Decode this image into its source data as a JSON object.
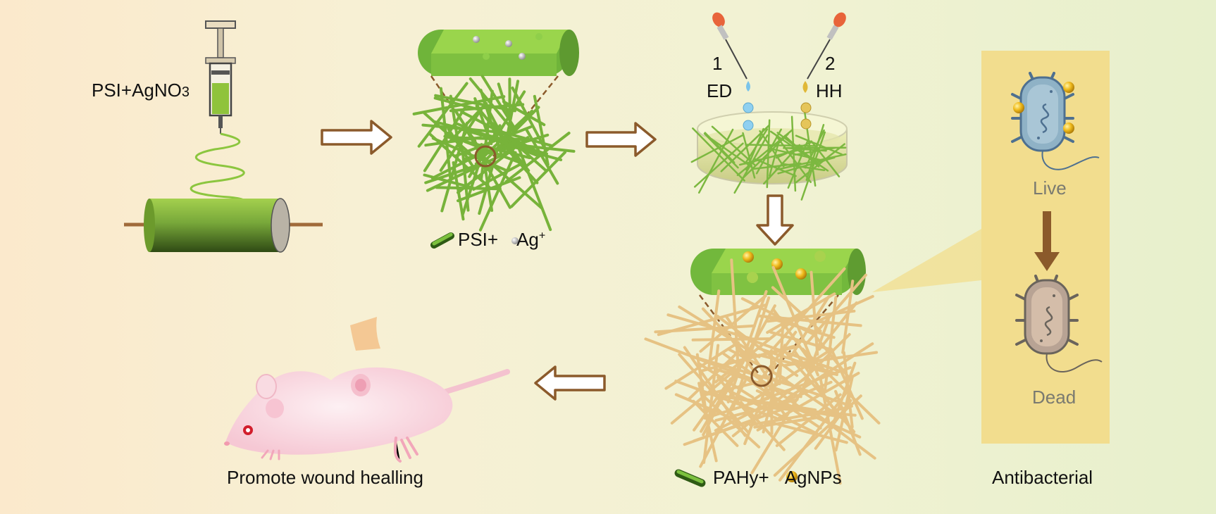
{
  "labels": {
    "syringe_label": "PSI+AgNO",
    "syringe_label_sub": "3",
    "psi_ag_prefix": "PSI+",
    "psi_ag_suffix": "Ag",
    "psi_ag_sup": "+",
    "step1_num": "1",
    "step1_name": "ED",
    "step2_num": "2",
    "step2_name": "HH",
    "pahy_prefix": "PAHy+",
    "pahy_suffix": "AgNPs",
    "live": "Live",
    "dead": "Dead",
    "antibacterial": "Antibacterial",
    "wound": "Promote wound healling"
  },
  "colors": {
    "arrow_outline": "#8b5a2b",
    "arrow_fill": "#ffffff",
    "fiber_green": "#6fa43a",
    "fiber_tan": "#e4bf7e",
    "panel": "#f2dd8e",
    "ag_particle": "#e5b21b",
    "pipette_tip": "#e06030",
    "mouse_pink": "#f9d7e0"
  }
}
